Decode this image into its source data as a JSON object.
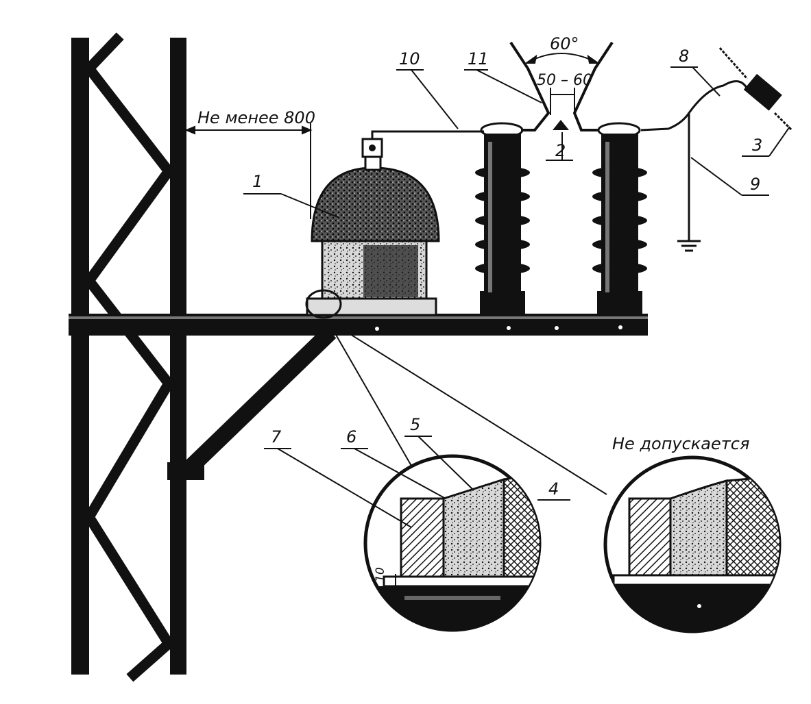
{
  "labels": {
    "l1": "1",
    "l2": "2",
    "l3": "3",
    "l4": "4",
    "l5": "5",
    "l6": "6",
    "l7": "7",
    "l8": "8",
    "l9": "9",
    "l10": "10",
    "l11": "11"
  },
  "dimensions": {
    "clearance": "Не менее 800",
    "angle": "60°",
    "gap": "50 – 60",
    "seal_gap": "10"
  },
  "notes": {
    "not_allowed": "Не допускается"
  },
  "colors": {
    "ink": "#111111",
    "paper": "#ffffff"
  }
}
